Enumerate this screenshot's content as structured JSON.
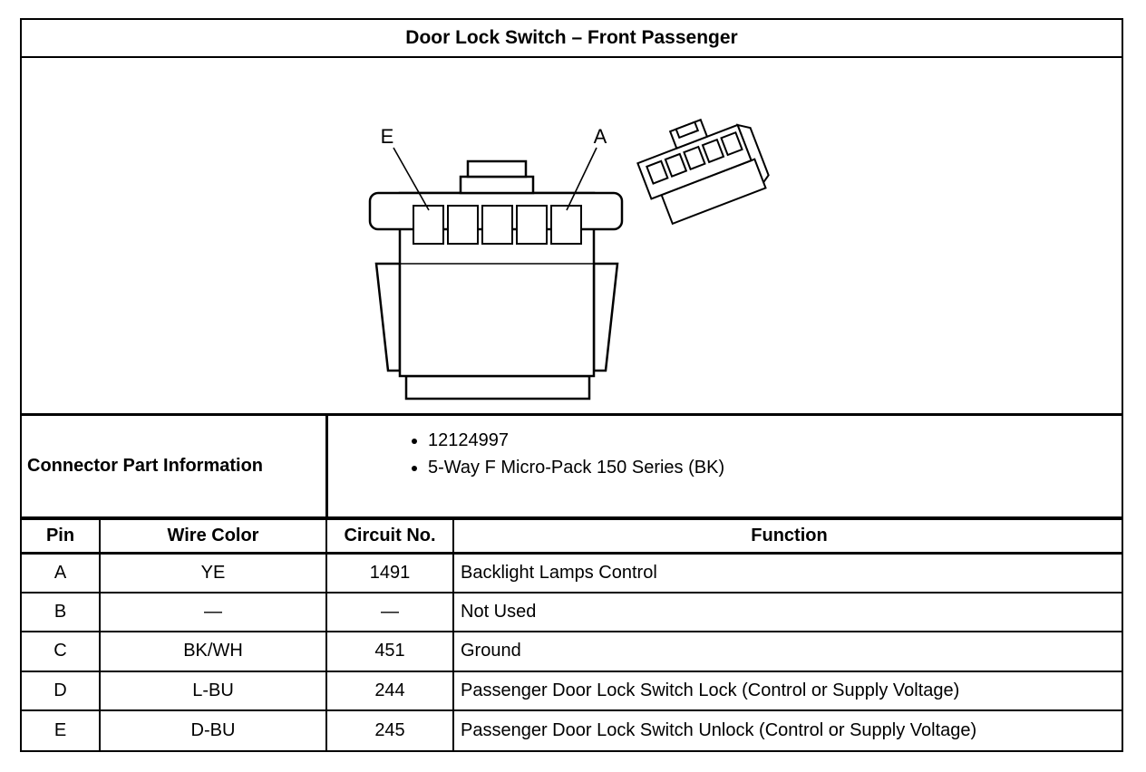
{
  "title": "Door Lock Switch – Front Passenger",
  "colors": {
    "border": "#000000",
    "background": "#ffffff",
    "line_art": "#000000"
  },
  "diagram": {
    "description": "5-cavity connector, front face view with terminal labels, plus small perspective view",
    "label_e": "E",
    "label_a": "A"
  },
  "part_info": {
    "label": "Connector Part Information",
    "items": [
      "12124997",
      "5-Way F Micro-Pack 150 Series (BK)"
    ]
  },
  "pin_table": {
    "headers": [
      "Pin",
      "Wire Color",
      "Circuit No.",
      "Function"
    ],
    "rows": [
      [
        "A",
        "YE",
        "1491",
        "Backlight Lamps Control"
      ],
      [
        "B",
        "—",
        "—",
        "Not Used"
      ],
      [
        "C",
        "BK/WH",
        "451",
        "Ground"
      ],
      [
        "D",
        "L-BU",
        "244",
        "Passenger Door Lock Switch Lock (Control or Supply Voltage)"
      ],
      [
        "E",
        "D-BU",
        "245",
        "Passenger Door Lock Switch Unlock (Control or Supply Voltage)"
      ]
    ]
  }
}
